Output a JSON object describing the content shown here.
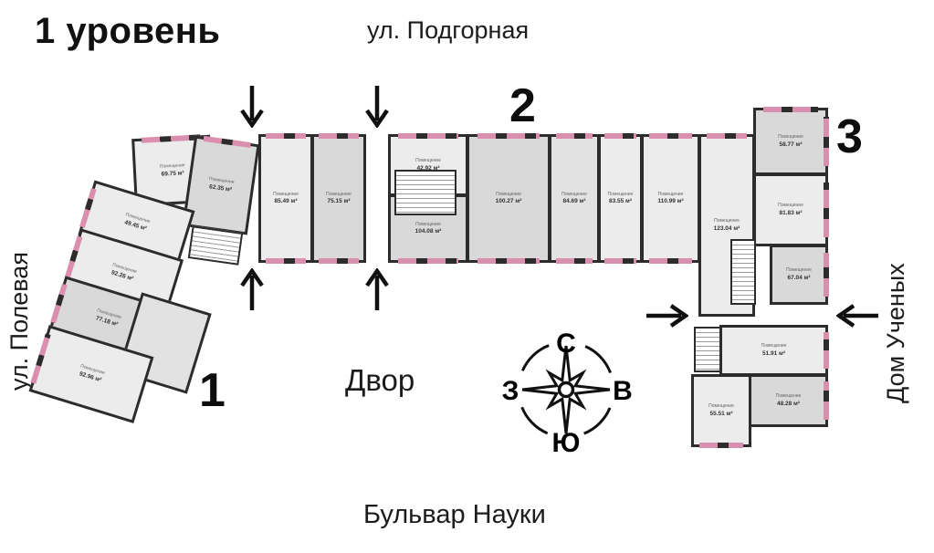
{
  "title": "1 уровень",
  "streets": {
    "top": "ул. Подгорная",
    "left": "ул. Полевая",
    "right": "Дом Ученых",
    "bottom": "Бульвар Науки"
  },
  "courtyard": "Двор",
  "compass": {
    "north": "С",
    "south": "Ю",
    "west": "З",
    "east": "В"
  },
  "colors": {
    "wall": "#2c2c2c",
    "room_light": "#ececec",
    "room_dark": "#d9d9d9",
    "window_pink": "#db8fae",
    "text": "#111111"
  },
  "buildings": [
    {
      "number": "1",
      "rooms": [
        {
          "name": "Помещение",
          "area": "69.75 м²"
        },
        {
          "name": "Помещение",
          "area": "62.35 м²"
        },
        {
          "name": "Помещение",
          "area": "49.45 м²"
        },
        {
          "name": "Помещение",
          "area": "92.26 м²"
        },
        {
          "name": "Помещение",
          "area": "77.18 м²"
        },
        {
          "name": "Помещение",
          "area": "92.96 м²"
        }
      ]
    },
    {
      "number": "2",
      "rooms": [
        {
          "name": "Помещение",
          "area": "85.49 м²"
        },
        {
          "name": "Помещение",
          "area": "75.15 м²"
        },
        {
          "name": "Помещение",
          "area": "42.92 м²"
        },
        {
          "name": "Помещение",
          "area": "104.08 м²"
        },
        {
          "name": "Помещение",
          "area": "100.27 м²"
        },
        {
          "name": "Помещение",
          "area": "84.69 м²"
        },
        {
          "name": "Помещение",
          "area": "83.55 м²"
        },
        {
          "name": "Помещение",
          "area": "110.99 м²"
        }
      ]
    },
    {
      "number": "3",
      "rooms": [
        {
          "name": "Помещение",
          "area": "123.04 м²"
        },
        {
          "name": "Помещение",
          "area": "58.77 м²"
        },
        {
          "name": "Помещение",
          "area": "81.83 м²"
        },
        {
          "name": "Помещение",
          "area": "67.04 м²"
        },
        {
          "name": "Помещение",
          "area": "51.91 м²"
        },
        {
          "name": "Помещение",
          "area": "48.28 м²"
        },
        {
          "name": "Помещение",
          "area": "55.51 м²"
        }
      ]
    }
  ]
}
